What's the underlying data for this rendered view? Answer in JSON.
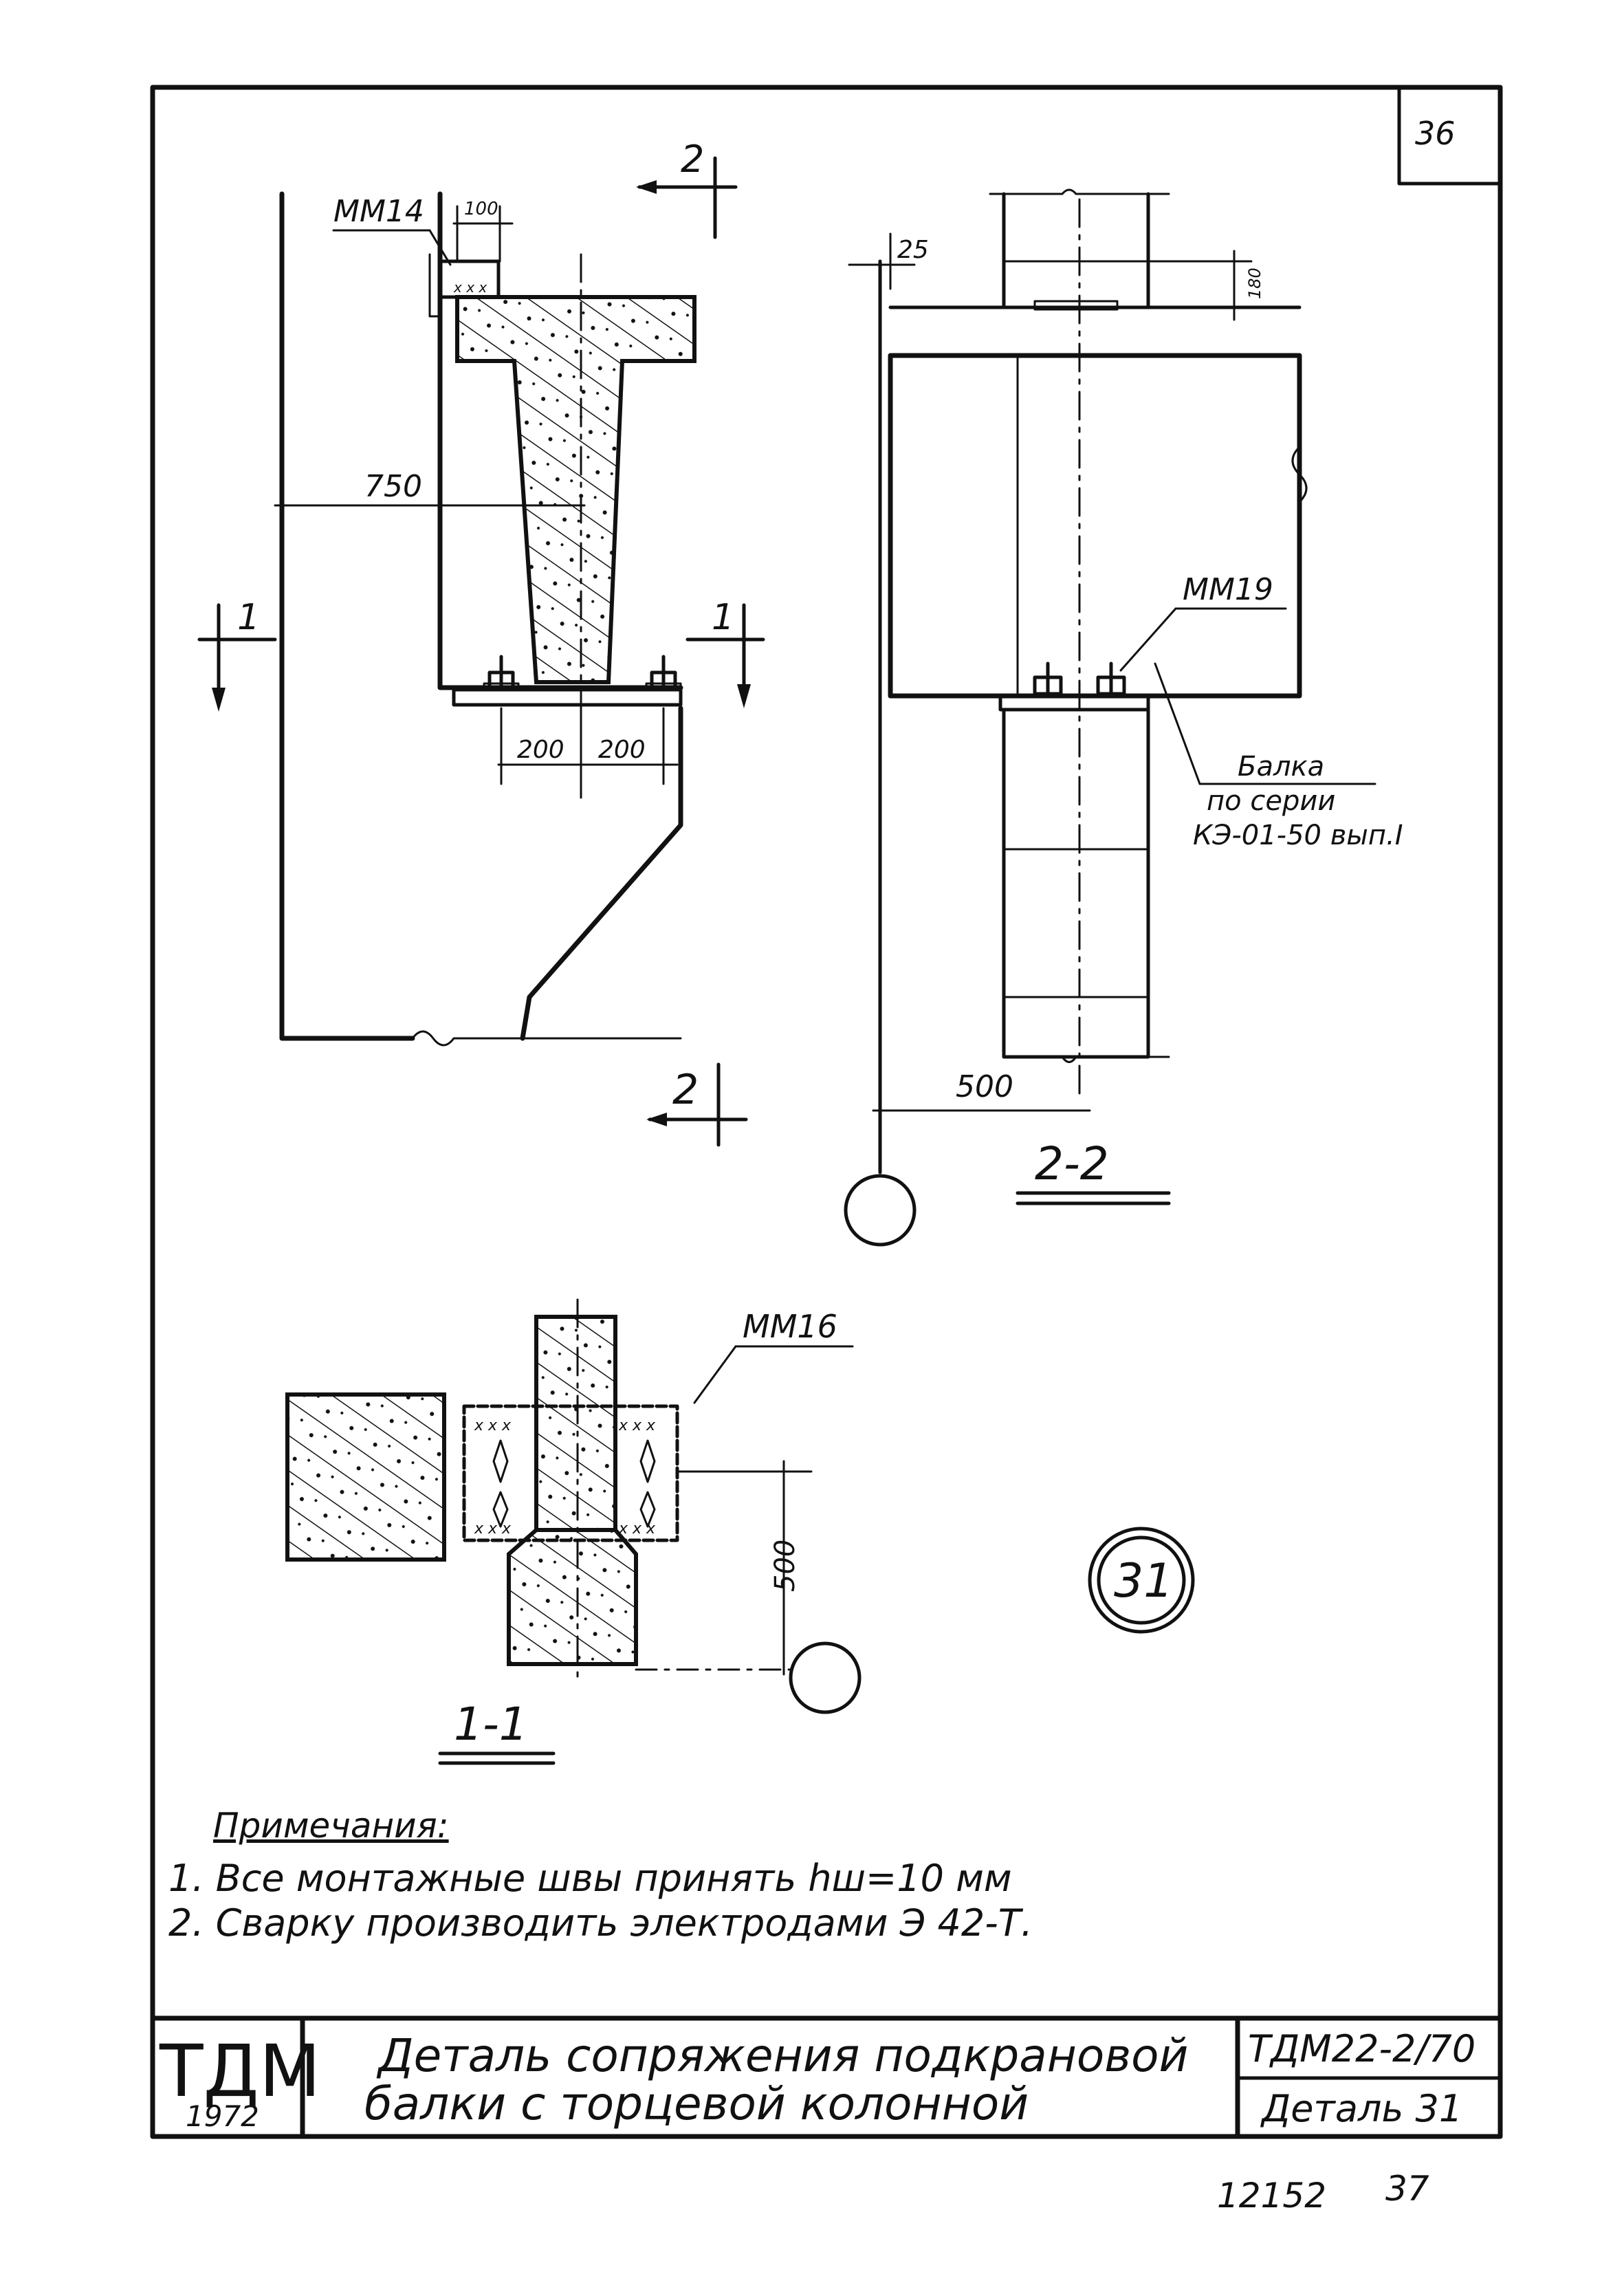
{
  "sheet": {
    "page_number": "36",
    "bottom_left_number": "12152",
    "bottom_right_number": "37"
  },
  "section_2_2": {
    "title": "2-2",
    "dim_25": "25",
    "dim_180": "180",
    "dim_500": "500",
    "embed_label": "ММ19",
    "beam_note": [
      "Балка",
      "по серии",
      "КЭ-01-50 вып.I"
    ]
  },
  "elevation": {
    "embed_label": "ММ14",
    "dim_100": "100",
    "dim_750": "750",
    "dim_200_left": "200",
    "dim_200_right": "200",
    "cut_1_left": "1",
    "cut_1_right": "1",
    "cut_2_top": "2",
    "cut_2_bottom": "2"
  },
  "section_1_1": {
    "title": "1-1",
    "embed_label": "ММ16",
    "dim_500": "500"
  },
  "detail_marker": "31",
  "notes": {
    "heading": "Примечания:",
    "items": [
      "1. Все монтажные швы принять hш=10 мм",
      "2. Сварку производить электродами Э 42-Т."
    ]
  },
  "title_block": {
    "logo": "ТДМ",
    "year": "1972",
    "title_line1": "Деталь сопряжения подкрановой",
    "title_line2": "балки с торцевой колонной",
    "code": "ТДМ22-2/70",
    "detail": "Деталь 31"
  }
}
